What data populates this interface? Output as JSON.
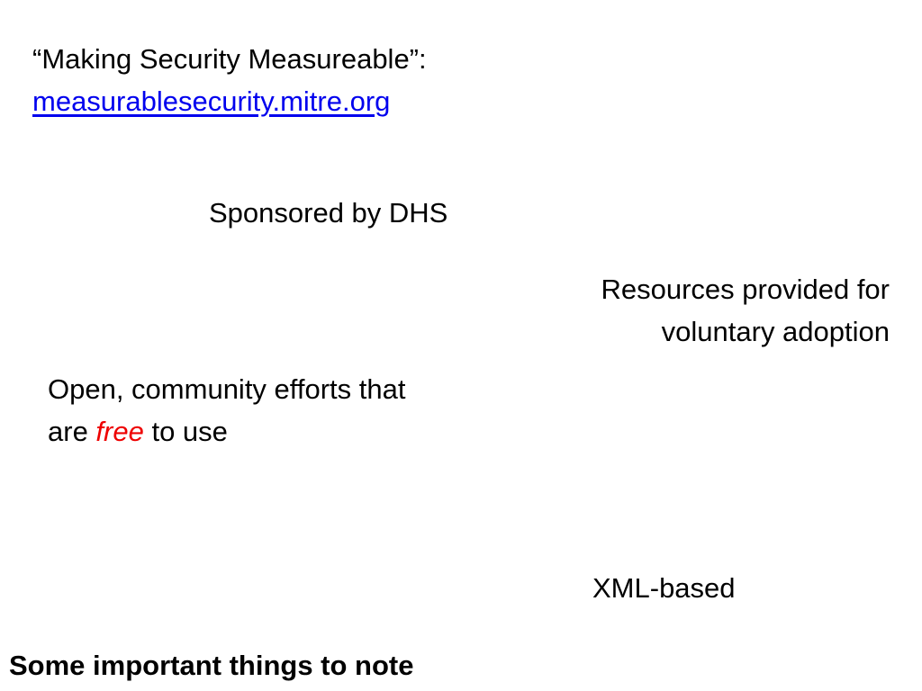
{
  "heading": {
    "title": "“Making Security Measureable”:",
    "link": "measurablesecurity.mitre.org"
  },
  "sponsored": "Sponsored by DHS",
  "resources": {
    "line1": "Resources provided for",
    "line2": "voluntary adoption"
  },
  "open_efforts": {
    "line1": "Open, community efforts that",
    "line2_prefix": "are ",
    "line2_emphasis": "free",
    "line2_suffix": " to use"
  },
  "xml": "XML-based",
  "note": "Some important things to note",
  "colors": {
    "link": "#0000ee",
    "emphasis": "#ee0000"
  }
}
